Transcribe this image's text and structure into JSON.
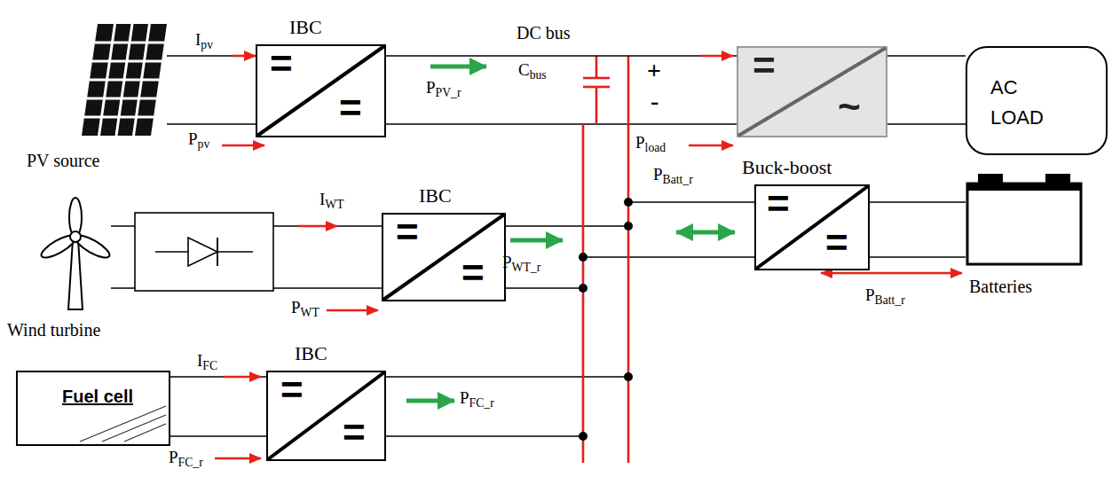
{
  "diagram": {
    "nodes": [
      {
        "text": [
          "PV source"
        ]
      },
      {
        "text": [
          "IBC",
          "=",
          "="
        ]
      },
      {
        "text": [
          "Wind turbine"
        ]
      },
      {
        "text": [
          "IBC",
          "=",
          "="
        ]
      },
      {
        "text": [
          "Fuel cell"
        ]
      },
      {
        "text": [
          "IBC",
          "=",
          "="
        ]
      },
      {
        "text": [
          "=",
          "~"
        ]
      },
      {
        "text": [
          "AC LOAD"
        ]
      },
      {
        "text": [
          "Buck-boost",
          "=",
          "="
        ]
      },
      {
        "text": [
          "Batteries"
        ]
      }
    ],
    "edges": [
      {
        "from": 0,
        "to": 1,
        "arrow": "none"
      },
      {
        "from": 1,
        "to": 6,
        "arrow": "none"
      },
      {
        "from": 6,
        "to": 7,
        "arrow": "none"
      },
      {
        "from": 2,
        "to": 3,
        "arrow": "none"
      },
      {
        "from": 8,
        "to": 9,
        "arrow": "none"
      },
      {
        "from": 4,
        "to": 5,
        "arrow": "none"
      }
    ],
    "labels": [
      "Ipv",
      "Ppv",
      "PPV_r",
      "DC bus",
      "Cbus",
      "+",
      "-",
      "Pload",
      "PBatt_r",
      "IWT",
      "PWT",
      "PWT_r",
      "PBatt_r",
      "IFC",
      "PFC_r",
      "PFC_r"
    ]
  }
}
